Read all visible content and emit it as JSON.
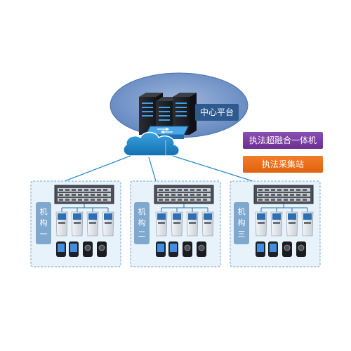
{
  "center": {
    "label": "中心平台"
  },
  "legend": [
    {
      "label": "执法超融合一体机",
      "color": "#7a3fa3"
    },
    {
      "label": "执法采集站",
      "color": "#ec6e1c"
    }
  ],
  "orgs": [
    {
      "label": "机构一"
    },
    {
      "label": "机构二"
    },
    {
      "label": "机构三"
    }
  ],
  "colors": {
    "cloud": "#1e88c8",
    "ellipse": "#6d8fc4",
    "org_border": "#6fa7d6",
    "org_fill": "#e8f2fb",
    "link": "#2a8fd0"
  }
}
